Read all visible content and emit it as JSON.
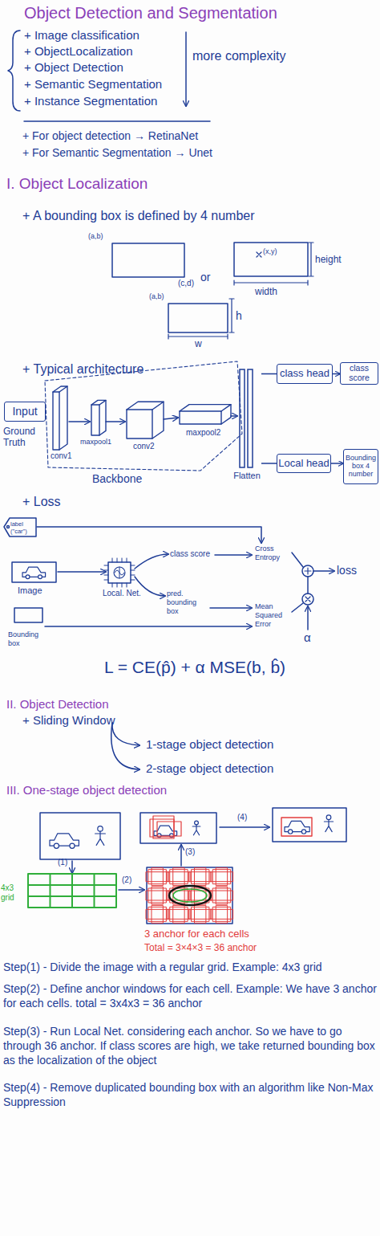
{
  "diagram": {
    "title": "Object Detection and Segmentation",
    "nodes": [
      {
        "text": [
          "Input"
        ]
      },
      {
        "text": [
          "Flatten"
        ]
      },
      {
        "text": [
          "class head"
        ]
      },
      {
        "text": [
          "class score"
        ]
      },
      {
        "text": [
          "Local head"
        ]
      },
      {
        "text": [
          "Bounding box 4 number"
        ]
      }
    ],
    "edges": [
      {
        "from": 1,
        "to": 2,
        "arrow": "none"
      },
      {
        "from": 1,
        "to": 4,
        "arrow": "none"
      },
      {
        "from": 2,
        "to": 3,
        "arrow": "to"
      },
      {
        "from": 4,
        "to": 5,
        "arrow": "to"
      }
    ],
    "labels": [
      "+ Image classification",
      "+ ObjectLocalization",
      "+ Object Detection",
      "+ Semantic Segmentation",
      "+ Instance Segmentation",
      "more complexity",
      "+ For object detection → RetinaNet",
      "+ For Semantic Segmentation → Unet",
      "I. Object Localization",
      "+ A bounding box is defined by 4 number",
      "(a,b)",
      "(c,d)",
      "or",
      "(x,y)",
      "height",
      "width",
      "(a,b)",
      "h",
      "w",
      "+ Typical architecture",
      "Ground Truth",
      "conv1",
      "maxpool1",
      "conv2",
      "maxpool2",
      "Backbone",
      "+ Loss",
      "label (\"car\")",
      "Image",
      "Bounding box",
      "Local. Net.",
      "class score",
      "pred. bounding box",
      "Cross Entropy",
      "Mean Squared Error",
      "α",
      "loss",
      "L = CE(p̂) + α MSE(b, b̂)",
      "II. Object Detection",
      "+ Sliding Window",
      "1-stage object detection",
      "2-stage object detection",
      "III. One-stage object detection",
      "(4)",
      "(3)",
      "4x3 grid",
      "(1)",
      "(2)",
      "3 anchor for each cells",
      "Total = 3×4×3 = 36 anchor",
      "Step(1) - Divide the image with a regular grid. Example: 4x3 grid",
      "Step(2) - Define anchor windows for each cell. Example: We have 3 anchor for each cells. total = 3x4x3 = 36 anchor",
      "Step(3) - Run Local Net. considering each anchor. So we have to go through 36 anchor. If class scores are high, we take returned bounding box as the localization of the object",
      "Step(4) - Remove duplicated bounding box with an algorithm like Non-Max Suppression"
    ]
  }
}
